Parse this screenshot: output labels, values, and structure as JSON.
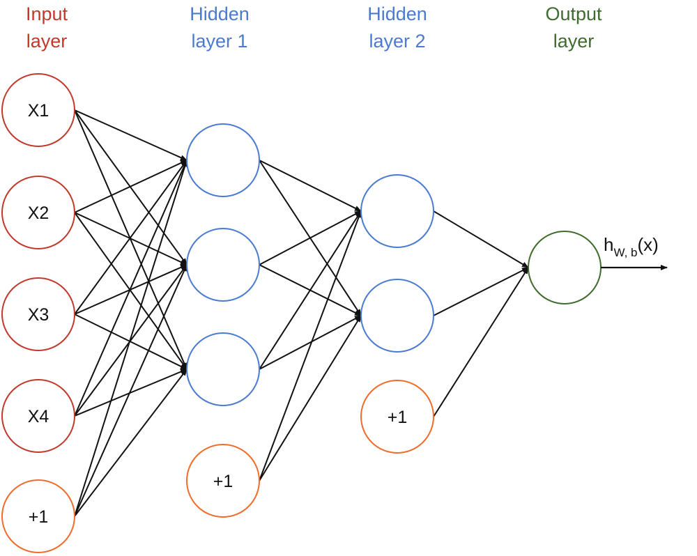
{
  "colors": {
    "input": "#c0392b",
    "hidden": "#4a7bd0",
    "output": "#3f6b2e",
    "bias": "#ef6c2a",
    "edge": "#111111"
  },
  "layers": [
    {
      "id": "input",
      "title": [
        "Input",
        "layer"
      ],
      "color_key": "input"
    },
    {
      "id": "hidden1",
      "title": [
        "Hidden",
        "layer 1"
      ],
      "color_key": "hidden"
    },
    {
      "id": "hidden2",
      "title": [
        "Hidden",
        "layer 2"
      ],
      "color_key": "hidden"
    },
    {
      "id": "output",
      "title": [
        "Output",
        "layer"
      ],
      "color_key": "output"
    }
  ],
  "nodes": {
    "input": [
      "X1",
      "X2",
      "X3",
      "X4"
    ],
    "input_bias": "+1",
    "hidden1_count": 3,
    "hidden1_bias": "+1",
    "hidden2_count": 2,
    "hidden2_bias": "+1",
    "output_count": 1
  },
  "output_label": {
    "main": "h",
    "subscript": "W, b",
    "suffix": "(x)"
  }
}
